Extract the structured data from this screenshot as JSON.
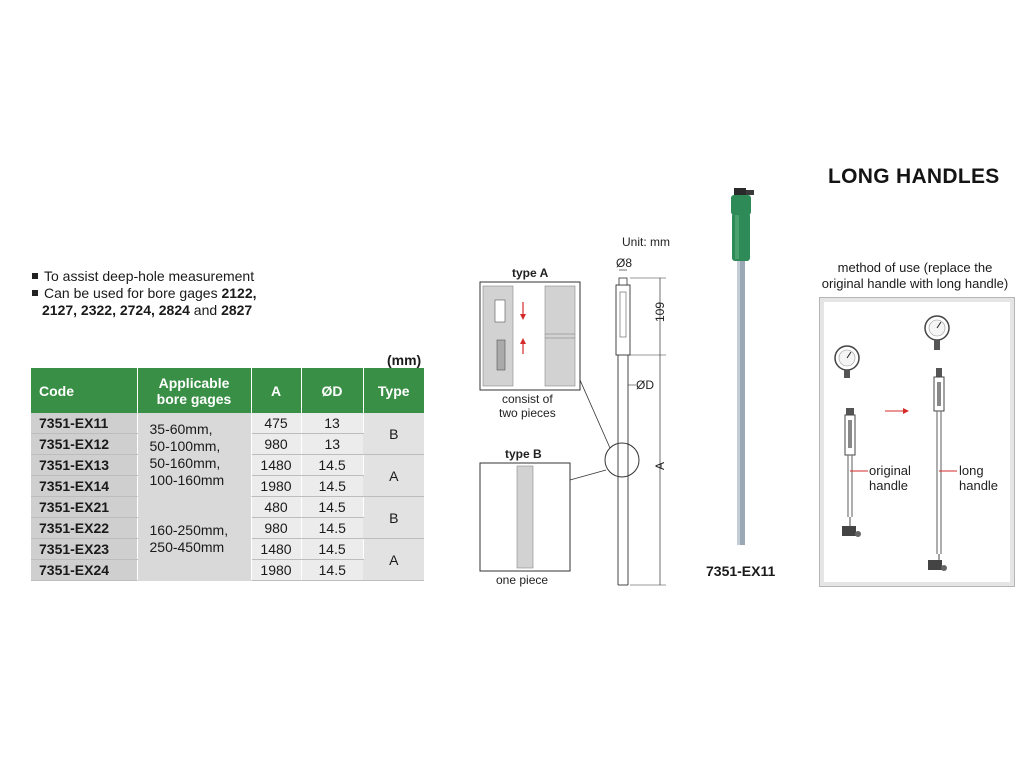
{
  "title": "LONG HANDLES",
  "features": {
    "line1": "To assist deep-hole measurement",
    "line2_prefix": "Can be used for bore gages ",
    "line2_bold": "2122,",
    "line3_bold_a": "2127, 2322, 2724, 2824",
    "line3_mid": " and ",
    "line3_bold_b": "2827"
  },
  "table": {
    "unit": "(mm)",
    "headers": {
      "code": "Code",
      "applicable_1": "Applicable",
      "applicable_2": "bore gages",
      "a": "A",
      "d": "ØD",
      "type": "Type"
    },
    "gage_group_1": [
      "35-60mm,",
      "50-100mm,",
      "50-160mm,",
      "100-160mm"
    ],
    "gage_group_2": [
      "160-250mm,",
      "250-450mm"
    ],
    "rows": [
      {
        "code": "7351-EX11",
        "a": "475",
        "d": "13",
        "type": "B"
      },
      {
        "code": "7351-EX12",
        "a": "980",
        "d": "13",
        "type": ""
      },
      {
        "code": "7351-EX13",
        "a": "1480",
        "d": "14.5",
        "type": "A"
      },
      {
        "code": "7351-EX14",
        "a": "1980",
        "d": "14.5",
        "type": ""
      },
      {
        "code": "7351-EX21",
        "a": "480",
        "d": "14.5",
        "type": "B"
      },
      {
        "code": "7351-EX22",
        "a": "980",
        "d": "14.5",
        "type": ""
      },
      {
        "code": "7351-EX23",
        "a": "1480",
        "d": "14.5",
        "type": "A"
      },
      {
        "code": "7351-EX24",
        "a": "1980",
        "d": "14.5",
        "type": ""
      }
    ]
  },
  "diagram": {
    "unit": "Unit: mm",
    "type_a": "type A",
    "type_a_note_1": "consist of",
    "type_a_note_2": "two pieces",
    "type_b": "type B",
    "type_b_note": "one piece",
    "dim_d8": "Ø8",
    "dim_109": "109",
    "dim_d": "ØD",
    "dim_a": "A"
  },
  "product_label": "7351-EX11",
  "method": {
    "caption_1": "method of use (replace the",
    "caption_2": "original handle with long handle)",
    "original_1": "original",
    "original_2": "handle",
    "long_1": "long",
    "long_2": "handle"
  },
  "colors": {
    "header_green": "#3a8f46",
    "handle_green": "#2e8a56",
    "rod_gray": "#9aa7b4",
    "marker_red": "#d42a2a"
  }
}
